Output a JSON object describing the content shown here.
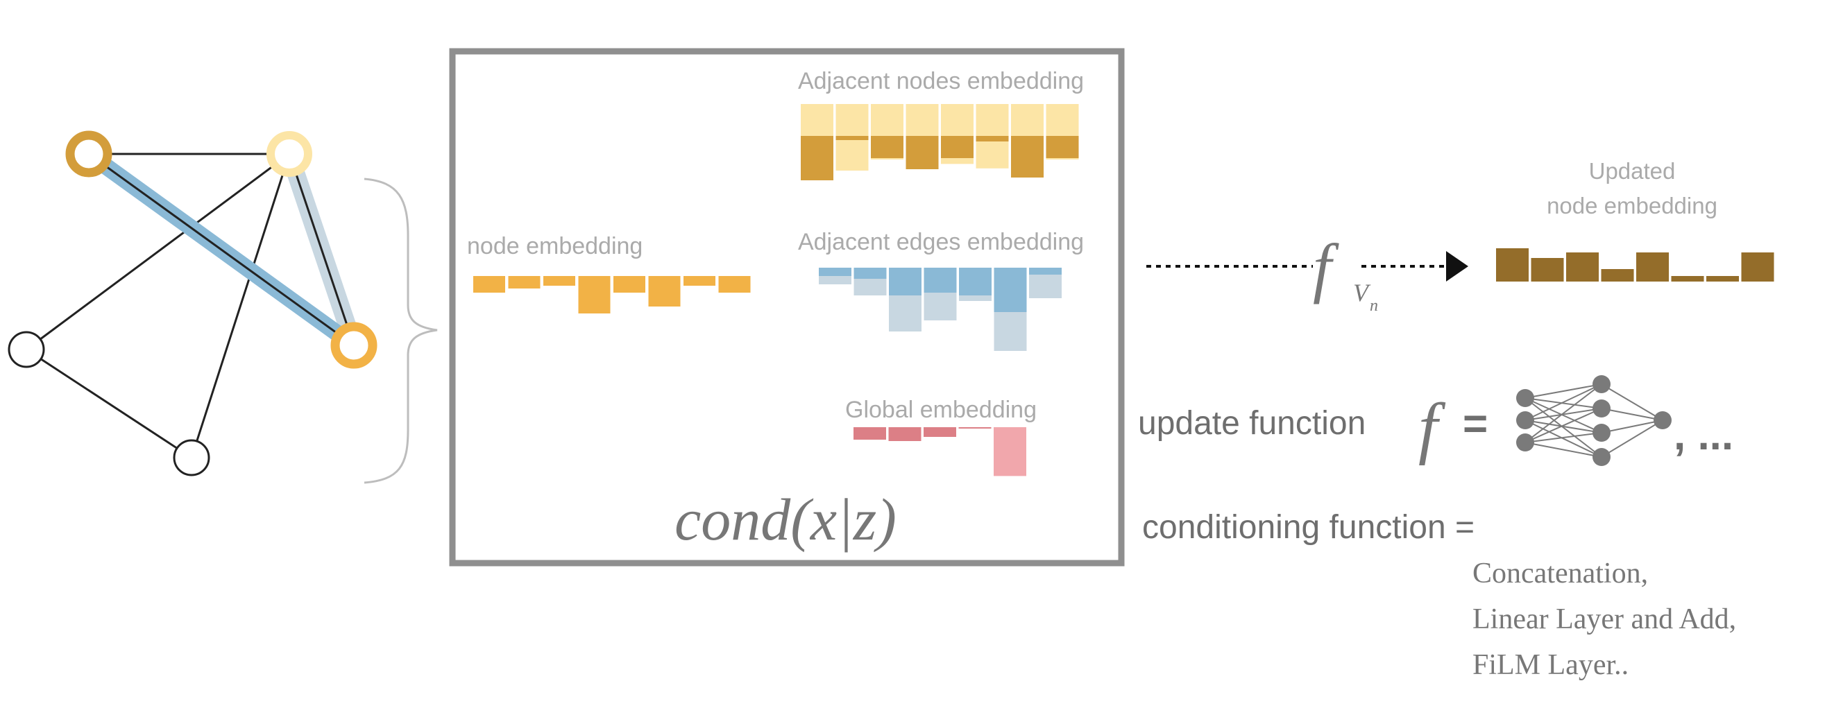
{
  "colors": {
    "node_orange": "#F2B246",
    "node_gold": "#D39D3B",
    "node_light": "#FCE5A6",
    "edge_blue": "#8AB9D6",
    "edge_light": "#C8D7E1",
    "global_pink": "#F1A7AC",
    "global_dark": "#DC7F86",
    "updated_brown": "#946D2A",
    "label_gray": "#AAAAAA",
    "text_gray": "#6E6E6E",
    "box_gray": "#8F8F8F"
  },
  "labels": {
    "adjacent_nodes": "Adjacent nodes embedding",
    "node_embedding": "node embedding",
    "adjacent_edges": "Adjacent edges embedding",
    "global_embedding": "Global embedding",
    "cond_formula": "cond(x|z)",
    "updated_line1": "Updated",
    "updated_line2": "node embedding",
    "f_symbol": "f",
    "f_subscript": "V",
    "f_sub_sub": "n",
    "update_function": "update function",
    "update_f": "f",
    "update_equals": "=",
    "update_etc": ", ...",
    "conditioning_function": "conditioning function =",
    "options": [
      "Concatenation,",
      "Linear Layer and Add,",
      "FiLM Layer.."
    ]
  },
  "embeddings": {
    "node": [
      0.6,
      0.45,
      0.35,
      1.35,
      0.6,
      1.1,
      0.35,
      0.6
    ],
    "adjacent_nodes_light": [
      0.9,
      1.5,
      1.0,
      1.3,
      1.2,
      1.4,
      1.2,
      1.0
    ],
    "adjacent_nodes_dark": [
      1.6,
      0.15,
      0.8,
      1.2,
      0.8,
      0.2,
      1.5,
      0.8
    ],
    "adjacent_edges_dark": [
      0.3,
      0.4,
      1.0,
      0.9,
      1.0,
      1.6,
      0.25
    ],
    "adjacent_edges_light": [
      0.6,
      1.0,
      2.3,
      1.9,
      1.2,
      3.0,
      1.1
    ],
    "global_dark": [
      0.45,
      0.5,
      0.35,
      0.05
    ],
    "global_light": [
      1.6
    ],
    "updated": [
      1.2,
      0.85,
      1.05,
      0.45,
      1.05,
      0.2,
      0.2,
      1.05
    ]
  }
}
